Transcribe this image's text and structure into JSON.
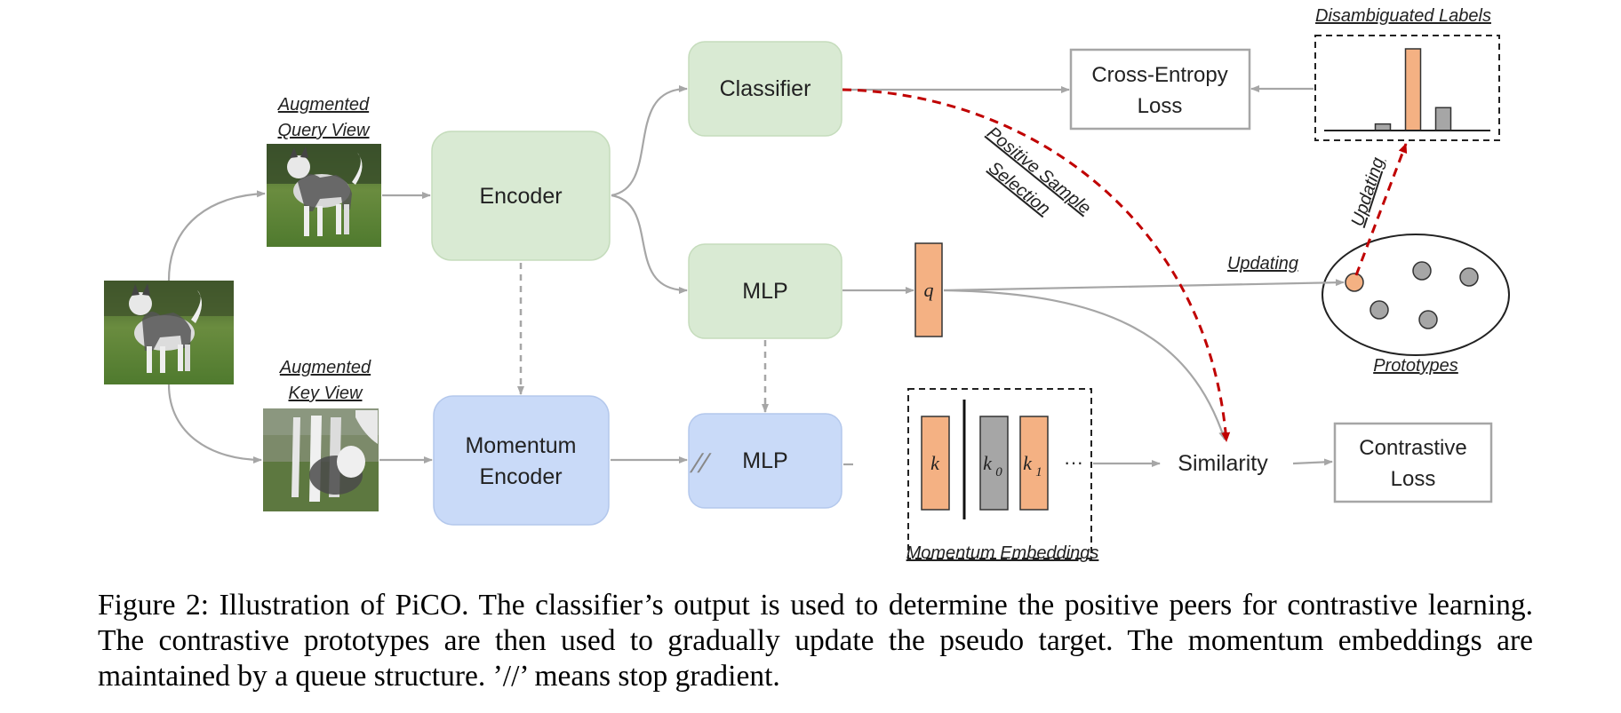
{
  "labels": {
    "aug_query": [
      "Augmented",
      "Query View"
    ],
    "aug_key": [
      "Augmented",
      "Key View"
    ],
    "encoder": "Encoder",
    "momentum_encoder": [
      "Momentum",
      "Encoder"
    ],
    "classifier": "Classifier",
    "mlp_top": "MLP",
    "mlp_bottom": "MLP",
    "q": "q",
    "k": "k",
    "k0": "k",
    "k0_sub": "0",
    "k1": "k",
    "k1_sub": "1",
    "ellipsis": "···",
    "stop_grad": "//",
    "momentum_embeddings": "Momentum Embeddings",
    "similarity": "Similarity",
    "contrastive_loss": [
      "Contrastive",
      "Loss"
    ],
    "ce_loss": [
      "Cross-Entropy",
      "Loss"
    ],
    "disambiguated_labels": "Disambiguated Labels",
    "positive_sample_selection": [
      "Positive Sample",
      "Selection"
    ],
    "updating_proto": "Updating",
    "updating_labels": "Updating",
    "prototypes": "Prototypes"
  },
  "colors": {
    "green_box": "#d9ead3",
    "blue_box": "#c9daf8",
    "orange": "#f4b183",
    "gray_bar": "#a6a6a6",
    "arrow": "#a6a6a6",
    "red_dashed": "#c00000"
  },
  "label_histogram": [
    0.08,
    1.0,
    0.28
  ],
  "caption": "Figure 2: Illustration of PiCO. The classifier’s output is used to determine the positive peers for contrastive learning. The contrastive prototypes are then used to gradually update the pseudo target. The momentum embeddings are maintained by a queue structure. ’//’ means stop gradient."
}
